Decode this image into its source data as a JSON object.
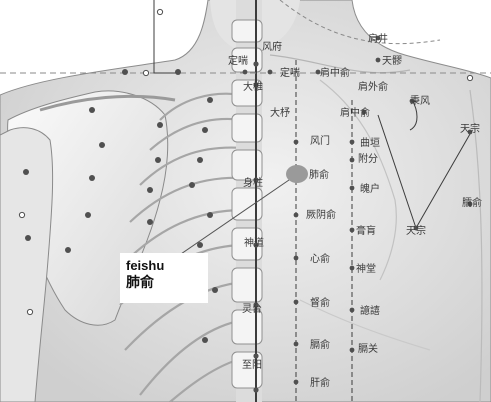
{
  "callout": {
    "pinyin": "feishu",
    "chinese": "肺俞"
  },
  "points": {
    "fengfu": "风府",
    "jianjing": "肩井",
    "tianliao": "天髎",
    "dingchuan": "定喘",
    "dingchuan2": "定喘",
    "dazhui": "大椎",
    "jianzhongshu": "肩中俞",
    "jianwaishu": "肩外俞",
    "bingfeng": "秉风",
    "tianzong": "天宗",
    "dazhu": "大杼",
    "fengmen": "风门",
    "quyuan": "曲垣",
    "feishu": "肺俞",
    "shenzhu": "身柱",
    "pohu": "魄户",
    "fufen": "附分",
    "gaohuang": "膏肓",
    "jueyinshu": "厥阴俞",
    "shentang": "神堂",
    "xinshu": "心俞",
    "yixi": "譩譆",
    "dushu": "督俞",
    "geshu": "膈俞",
    "geguan": "膈关",
    "ganshu": "肝俞",
    "naoshu": "臑俞",
    "shendao": "神道",
    "lingtai": "灵台",
    "zhiyang": "至阳"
  },
  "colors": {
    "highlight": "#9a9a9a",
    "meridian": "#3c3c3c",
    "point": "#505050"
  }
}
